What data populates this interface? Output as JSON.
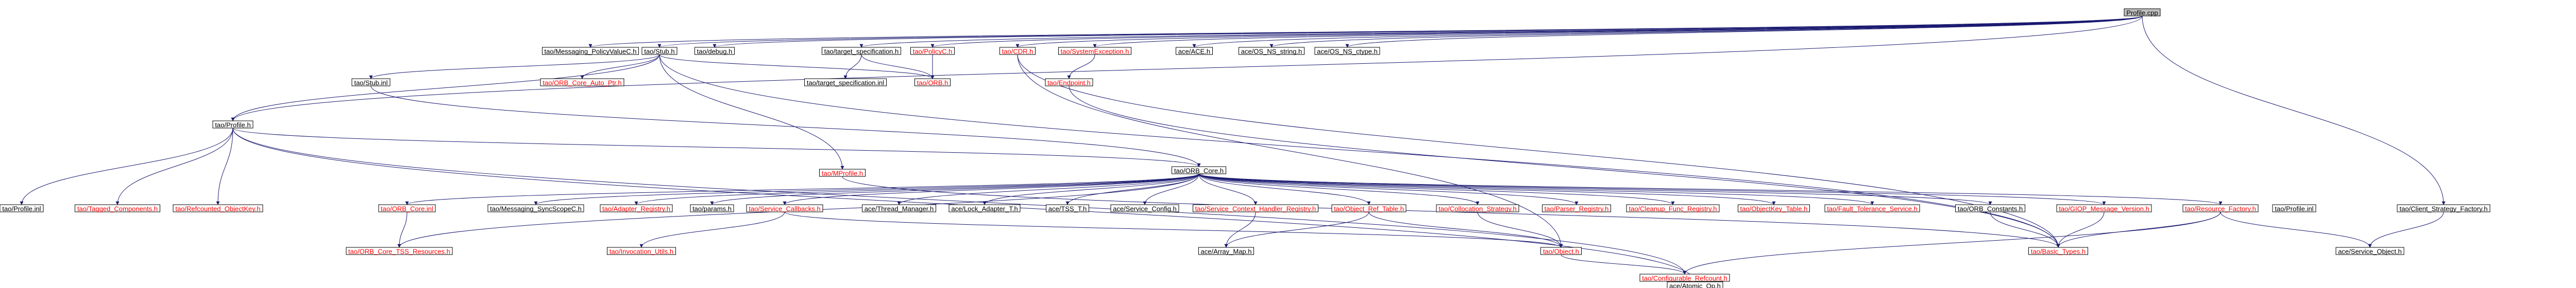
{
  "colors": {
    "edge": "#191970",
    "node_border": "#000000",
    "root_fill": "#bfbfbf",
    "label_documented": "#000000",
    "label_undocumented": "#ff0000"
  },
  "nodes": {
    "profile_cpp": {
      "label": "Profile.cpp",
      "documented": true,
      "root": true
    },
    "messaging_policyvaluec_h": {
      "label": "tao/Messaging_PolicyValueC.h",
      "documented": true
    },
    "stub_h": {
      "label": "tao/Stub.h",
      "documented": true
    },
    "debug_h": {
      "label": "tao/debug.h",
      "documented": true
    },
    "target_specification_h": {
      "label": "tao/target_specification.h",
      "documented": true
    },
    "policyc_h": {
      "label": "tao/PolicyC.h",
      "documented": false
    },
    "cdr_h": {
      "label": "tao/CDR.h",
      "documented": false
    },
    "systemexception_h": {
      "label": "tao/SystemException.h",
      "documented": false
    },
    "ace_h": {
      "label": "ace/ACE.h",
      "documented": true
    },
    "os_ns_string_h": {
      "label": "ace/OS_NS_string.h",
      "documented": true
    },
    "os_ns_ctype_h": {
      "label": "ace/OS_NS_ctype.h",
      "documented": true
    },
    "profile_h": {
      "label": "tao/Profile.h",
      "documented": true
    },
    "orb_core_auto_ptr_h": {
      "label": "tao/ORB_Core_Auto_Ptr.h",
      "documented": false
    },
    "target_specification_inl": {
      "label": "tao/target_specification.inl",
      "documented": true
    },
    "orb_h": {
      "label": "tao/ORB.h",
      "documented": false
    },
    "endpoint_h": {
      "label": "tao/Endpoint.h",
      "documented": false
    },
    "stub_inl": {
      "label": "tao/Stub.inl",
      "documented": true
    },
    "iiop_profile_h": {
      "label": "tao/MProfile.h",
      "documented": false
    },
    "orb_core_h": {
      "label": "tao/ORB_Core.h",
      "documented": true
    },
    "profile_inl": {
      "label": "tao/Profile.inl",
      "documented": true
    },
    "tagged_components_h": {
      "label": "tao/Tagged_Components.h",
      "documented": false
    },
    "refcounted_objectkey_h": {
      "label": "tao/Refcounted_ObjectKey.h",
      "documented": false
    },
    "orb_core_inl": {
      "label": "tao/ORB_Core.inl",
      "documented": false
    },
    "messaging_syncscopec_h": {
      "label": "tao/Messaging_SyncScopeC.h",
      "documented": true
    },
    "adapter_registry_h": {
      "label": "tao/Adapter_Registry.h",
      "documented": false
    },
    "params_h": {
      "label": "tao/params.h",
      "documented": true
    },
    "service_callbacks_h": {
      "label": "tao/Service_Callbacks.h",
      "documented": false
    },
    "thread_manager_h": {
      "label": "ace/Thread_Manager.h",
      "documented": true
    },
    "lock_adapter_t_h": {
      "label": "ace/Lock_Adapter_T.h",
      "documented": true
    },
    "tss_t_h": {
      "label": "ace/TSS_T.h",
      "documented": true
    },
    "service_config_h": {
      "label": "ace/Service_Config.h",
      "documented": true
    },
    "service_context_handler_registry_h": {
      "label": "tao/Service_Context_Handler_Registry.h",
      "documented": false
    },
    "object_ref_table_h": {
      "label": "tao/Object_Ref_Table.h",
      "documented": false
    },
    "collocation_strategy_h": {
      "label": "tao/Collocation_Strategy.h",
      "documented": false
    },
    "parser_registry_h": {
      "label": "tao/Parser_Registry.h",
      "documented": false
    },
    "cleanup_func_registry_h": {
      "label": "tao/Cleanup_Func_Registry.h",
      "documented": false
    },
    "objectkey_table_h": {
      "label": "tao/ObjectKey_Table.h",
      "documented": false
    },
    "fault_tolerance_service_h": {
      "label": "tao/Fault_Tolerance_Service.h",
      "documented": false
    },
    "orb_constants_h": {
      "label": "tao/ORB_Constants.h",
      "documented": true
    },
    "giop_message_version_h": {
      "label": "tao/GIOP_Message_Version.h",
      "documented": false
    },
    "resource_factory_h": {
      "label": "tao/Resource_Factory.h",
      "documented": false
    },
    "client_strategy_factory_h": {
      "label": "tao/Client_Strategy_Factory.h",
      "documented": true
    },
    "profile_inl_2": {
      "label": "tao/Profile.inl",
      "documented": true
    },
    "orb_core_tss_resources_h": {
      "label": "tao/ORB_Core_TSS_Resources.h",
      "documented": false
    },
    "invocation_utils_h": {
      "label": "tao/Invocation_Utils.h",
      "documented": false
    },
    "array_map_h": {
      "label": "ace/Array_Map.h",
      "documented": true
    },
    "object_h": {
      "label": "tao/Object.h",
      "documented": false
    },
    "basic_types_h": {
      "label": "tao/Basic_Types.h",
      "documented": false
    },
    "service_object_h": {
      "label": "ace/Service_Object.h",
      "documented": true
    },
    "configurable_refcount_h": {
      "label": "tao/Configurable_Refcount.h",
      "documented": false
    },
    "atomic_op_h": {
      "label": "ace/Atomic_Op.h",
      "documented": true
    }
  }
}
